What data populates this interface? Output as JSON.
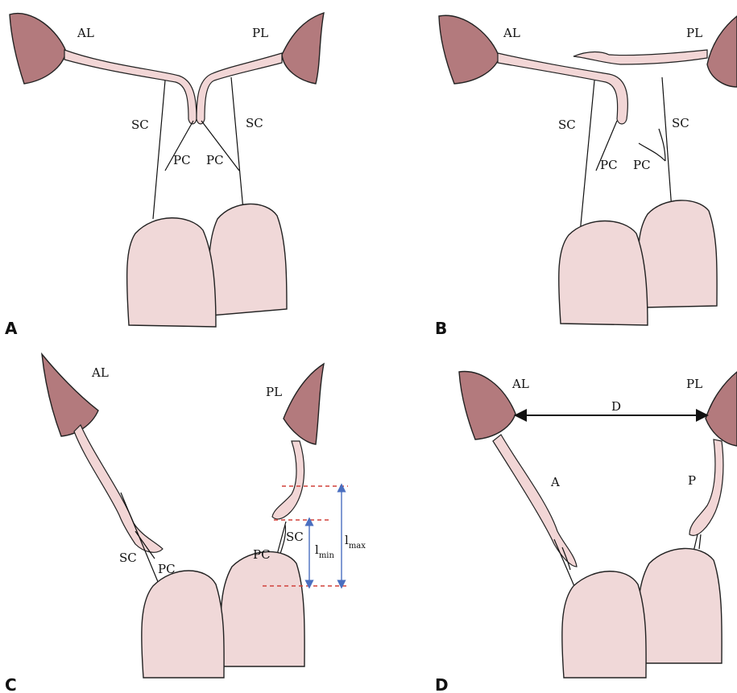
{
  "panels": {
    "A": {
      "letter": "A",
      "labels": {
        "al": "AL",
        "pl": "PL",
        "sc_left": "SC",
        "sc_right": "SC",
        "pc_left": "PC",
        "pc_right": "PC"
      }
    },
    "B": {
      "letter": "B",
      "labels": {
        "al": "AL",
        "pl": "PL",
        "sc_left": "SC",
        "sc_right": "SC",
        "pc_left": "PC",
        "pc_right": "PC"
      }
    },
    "C": {
      "letter": "C",
      "labels": {
        "al": "AL",
        "pl": "PL",
        "sc_left": "SC",
        "pc_left": "PC",
        "sc_right": "SC",
        "pc_right": "PC",
        "lmin": "l",
        "lmin_sub": "min",
        "lmax": "l",
        "lmax_sub": "max"
      }
    },
    "D": {
      "letter": "D",
      "labels": {
        "al": "AL",
        "pl": "PL",
        "distance": "D",
        "a": "A",
        "p": "P"
      }
    }
  },
  "colors": {
    "leaflet": "#b37a7d",
    "chord": "#f2d6d6",
    "papillary": "#f0d8d8",
    "dash": "#d0403a",
    "arrow": "#4a6fc0"
  }
}
